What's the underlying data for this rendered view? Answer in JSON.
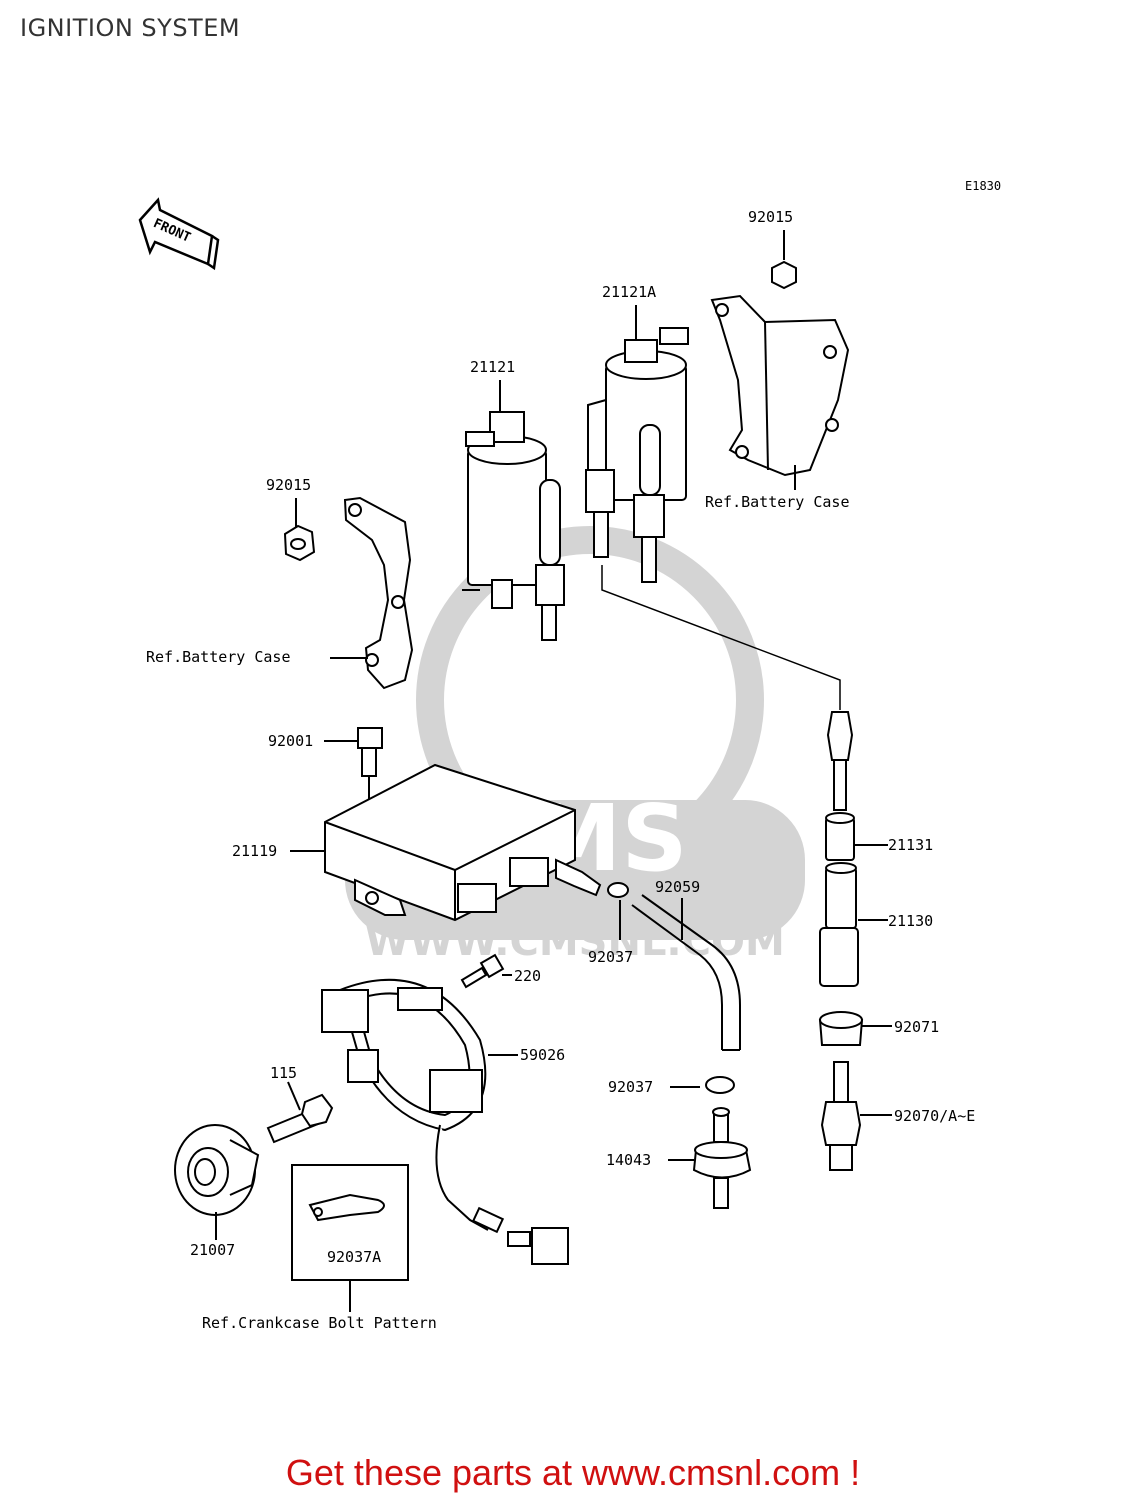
{
  "page": {
    "title": "IGNITION SYSTEM",
    "footer_link_text": "Get these parts at www.cmsnl.com !"
  },
  "diagram": {
    "code": "E1830",
    "front_label": "FRONT",
    "watermark": {
      "brand": "CMS",
      "url": "WWW.CMSNL.COM"
    },
    "callouts": {
      "p92015_top": "92015",
      "p21121A": "21121A",
      "p21121": "21121",
      "ref_battery_case_right": "Ref.Battery Case",
      "p92015_left": "92015",
      "ref_battery_case_left": "Ref.Battery Case",
      "p92001": "92001",
      "p21119": "21119",
      "p21131": "21131",
      "p21130": "21130",
      "p92059": "92059",
      "p92037_upper": "92037",
      "p220": "220",
      "p59026": "59026",
      "p92071": "92071",
      "p115": "115",
      "p92037_lower": "92037",
      "p92070": "92070/A~E",
      "p14043": "14043",
      "p21007": "21007",
      "p92037A": "92037A",
      "ref_crankcase": "Ref.Crankcase Bolt Pattern"
    }
  },
  "colors": {
    "ink": "#000000",
    "watermark": "#d4d4d4",
    "footer_link": "#d01010",
    "title": "#333333"
  }
}
